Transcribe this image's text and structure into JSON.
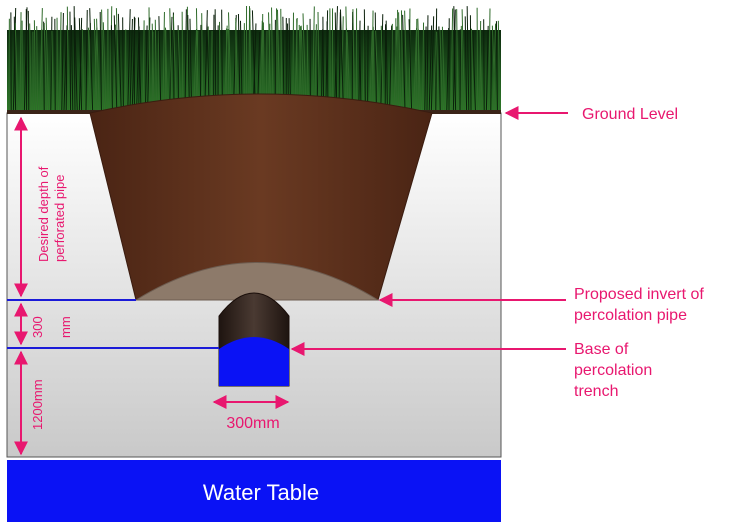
{
  "labels": {
    "ground_level": "Ground Level",
    "proposed_invert": [
      "Proposed invert of",
      "percolation pipe"
    ],
    "base_trench": [
      "Base of",
      "percolation",
      "trench"
    ],
    "width": "300mm",
    "desired_depth": [
      "Desired depth of",
      "perforated pipe"
    ],
    "gap_300": [
      "300",
      "mm"
    ],
    "depth_1200": "1200mm",
    "water_table": "Water Table"
  },
  "colors": {
    "accent": "#e8176f",
    "water": "#0a12f5",
    "soil": "#5a2e1a",
    "gravel": "#8a7868",
    "pipe": "#3a2a24",
    "grass": "#1f4a1c",
    "line": "#1a1ad8"
  }
}
